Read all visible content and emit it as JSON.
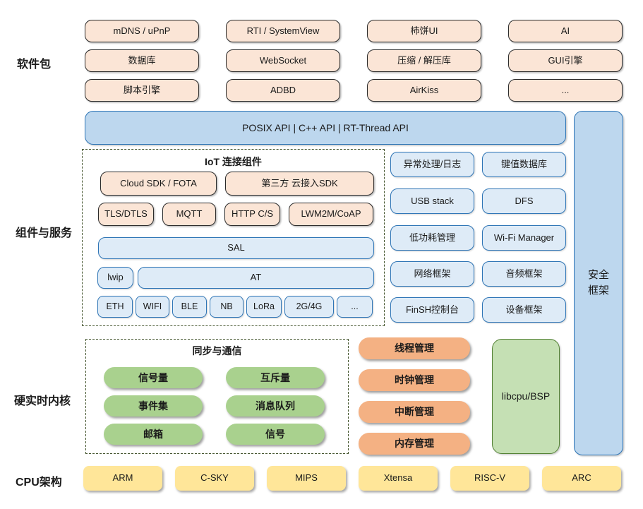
{
  "software": {
    "label": "软件包",
    "items": [
      "mDNS / uPnP",
      "RTI / SystemView",
      "柿饼UI",
      "AI",
      "数据库",
      "WebSocket",
      "压缩 / 解压库",
      "GUI引擎",
      "脚本引擎",
      "ADBD",
      "AirKiss",
      "..."
    ]
  },
  "api_bar": "POSIX API  |  C++ API  |  RT-Thread API",
  "components": {
    "label": "组件与服务",
    "iot": {
      "title": "IoT 连接组件",
      "cloud_sdk": "Cloud SDK / FOTA",
      "third_party_sdk": "第三方 云接入SDK",
      "protocols": [
        "TLS/DTLS",
        "MQTT",
        "HTTP C/S",
        "LWM2M/CoAP"
      ],
      "sal": "SAL",
      "lwip": "lwip",
      "at": "AT",
      "links": [
        "ETH",
        "WIFI",
        "BLE",
        "NB",
        "LoRa",
        "2G/4G",
        "..."
      ]
    },
    "services": [
      "异常处理/日志",
      "键值数据库",
      "USB stack",
      "DFS",
      "低功耗管理",
      "Wi-Fi Manager",
      "网络框架",
      "音频框架",
      "FinSH控制台",
      "设备框架"
    ]
  },
  "security": {
    "line1": "安全",
    "line2": "框架"
  },
  "kernel": {
    "label": "硬实时内核",
    "sync": {
      "title": "同步与通信",
      "items": [
        "信号量",
        "互斥量",
        "事件集",
        "消息队列",
        "邮箱",
        "信号"
      ]
    },
    "managers": [
      "线程管理",
      "时钟管理",
      "中断管理",
      "内存管理"
    ],
    "libcpu": "libcpu/BSP"
  },
  "cpu": {
    "label": "CPU架构",
    "items": [
      "ARM",
      "C-SKY",
      "MIPS",
      "Xtensa",
      "RISC-V",
      "ARC"
    ]
  },
  "colors": {
    "peach_fill": "#FBE5D6",
    "blue_fill": "#BDD7EE",
    "blue_light_fill": "#DEEBF7",
    "blue_border": "#2E75B6",
    "green_pill": "#A9D18E",
    "orange_pill": "#F4B183",
    "yellow_fill": "#FFE699",
    "libcpu_fill": "#C5E0B4",
    "libcpu_border": "#538135",
    "dashed_border": "#44552E"
  }
}
